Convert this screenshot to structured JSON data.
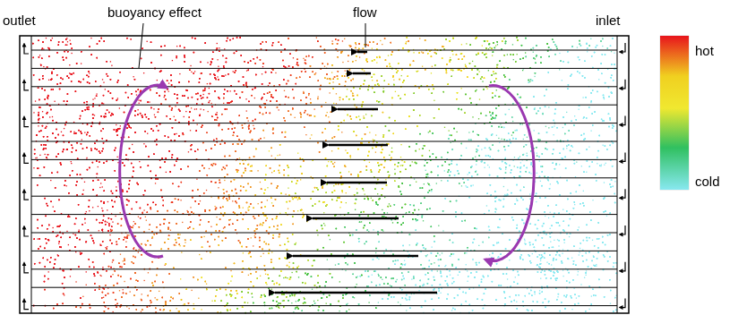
{
  "diagram": {
    "labels": [
      "outlet",
      "buoyancy effect",
      "flow",
      "inlet"
    ],
    "legend": [
      {
        "text": "hot",
        "color": "#e8141c"
      },
      {
        "text": "cold",
        "color": "#88e8f0"
      }
    ]
  }
}
